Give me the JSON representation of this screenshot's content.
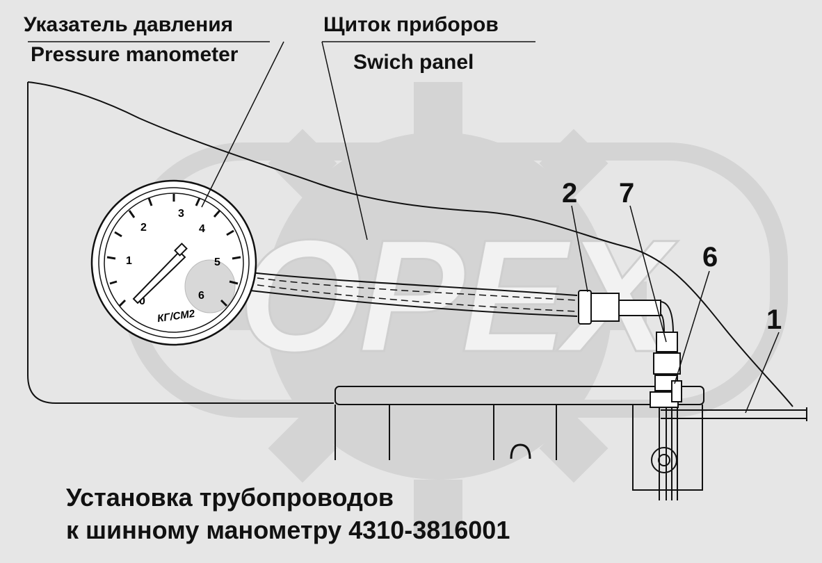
{
  "labels": {
    "gauge_ru": "Указатель давления",
    "gauge_en": "Pressure manometer",
    "panel_ru": "Щиток приборов",
    "panel_en": "Swich panel"
  },
  "callouts": {
    "c1": "1",
    "c2": "2",
    "c6": "6",
    "c7": "7"
  },
  "gauge": {
    "ticks": [
      "0",
      "1",
      "2",
      "3",
      "4",
      "5",
      "6"
    ],
    "unit": "КГ/СМ2"
  },
  "watermark": "OPEX",
  "caption": {
    "line1": "Установка трубопроводов",
    "line2": "к шинному манометру 4310-3816001"
  },
  "colors": {
    "line": "#111111",
    "background": "#e6e6e6",
    "watermark": "#d2d2d2"
  }
}
